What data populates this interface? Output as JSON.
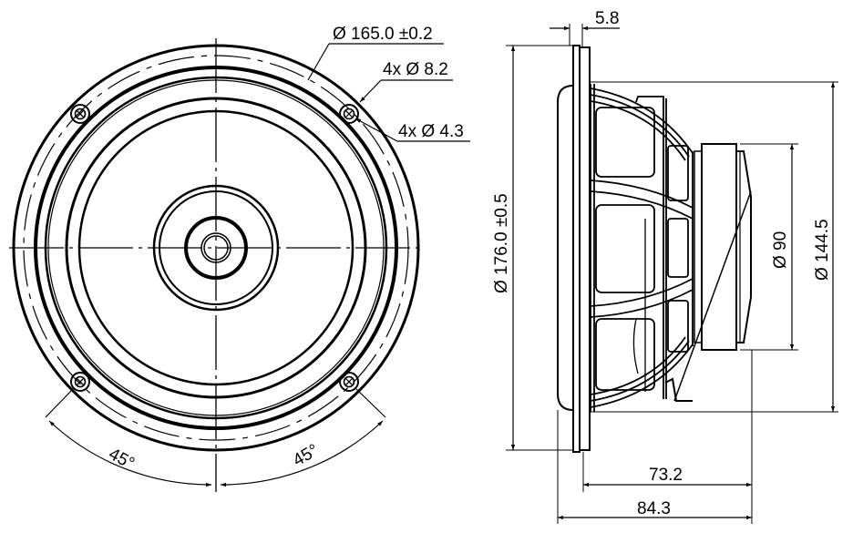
{
  "drawing": {
    "title": "Loudspeaker driver dimension drawing",
    "line_color": "#000000",
    "background": "#ffffff",
    "front_view": {
      "dimensions": {
        "outer_diameter": "Ø 165.0 ±0.2",
        "mount_hole_outer": "4x Ø 8.2",
        "mount_hole_inner": "4x Ø 4.3",
        "angle_left": "45°",
        "angle_right": "45°"
      },
      "mounting_holes": 4
    },
    "side_view": {
      "dimensions": {
        "flange_thickness": "5.8",
        "overall_diameter": "Ø 176.0 ±0.5",
        "magnet_diameter": "Ø 90",
        "cutout_diameter": "Ø 144.5",
        "depth_from_flange": "73.2",
        "overall_depth": "84.3"
      }
    }
  }
}
